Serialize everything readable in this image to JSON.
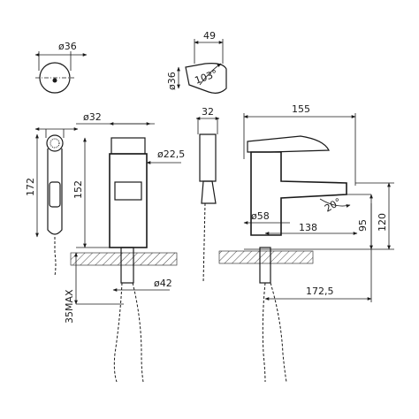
{
  "dimensions": {
    "handle_diameter": "ø36",
    "top_length": "49",
    "top_diameter": "ø36",
    "rotation_angle": "103°",
    "shower_head_diameter": "ø32",
    "shower_height": "172",
    "body_height": "152",
    "body_diameter": "ø22,5",
    "holder_width": "32",
    "base_diameter": "ø58",
    "tail_diameter": "ø42",
    "max_thickness": "35MAX",
    "overall_length": "155",
    "spout_reach": "138",
    "spout_offset": "172,5",
    "spout_angle": "20°",
    "spout_height": "95",
    "overall_height": "120"
  }
}
